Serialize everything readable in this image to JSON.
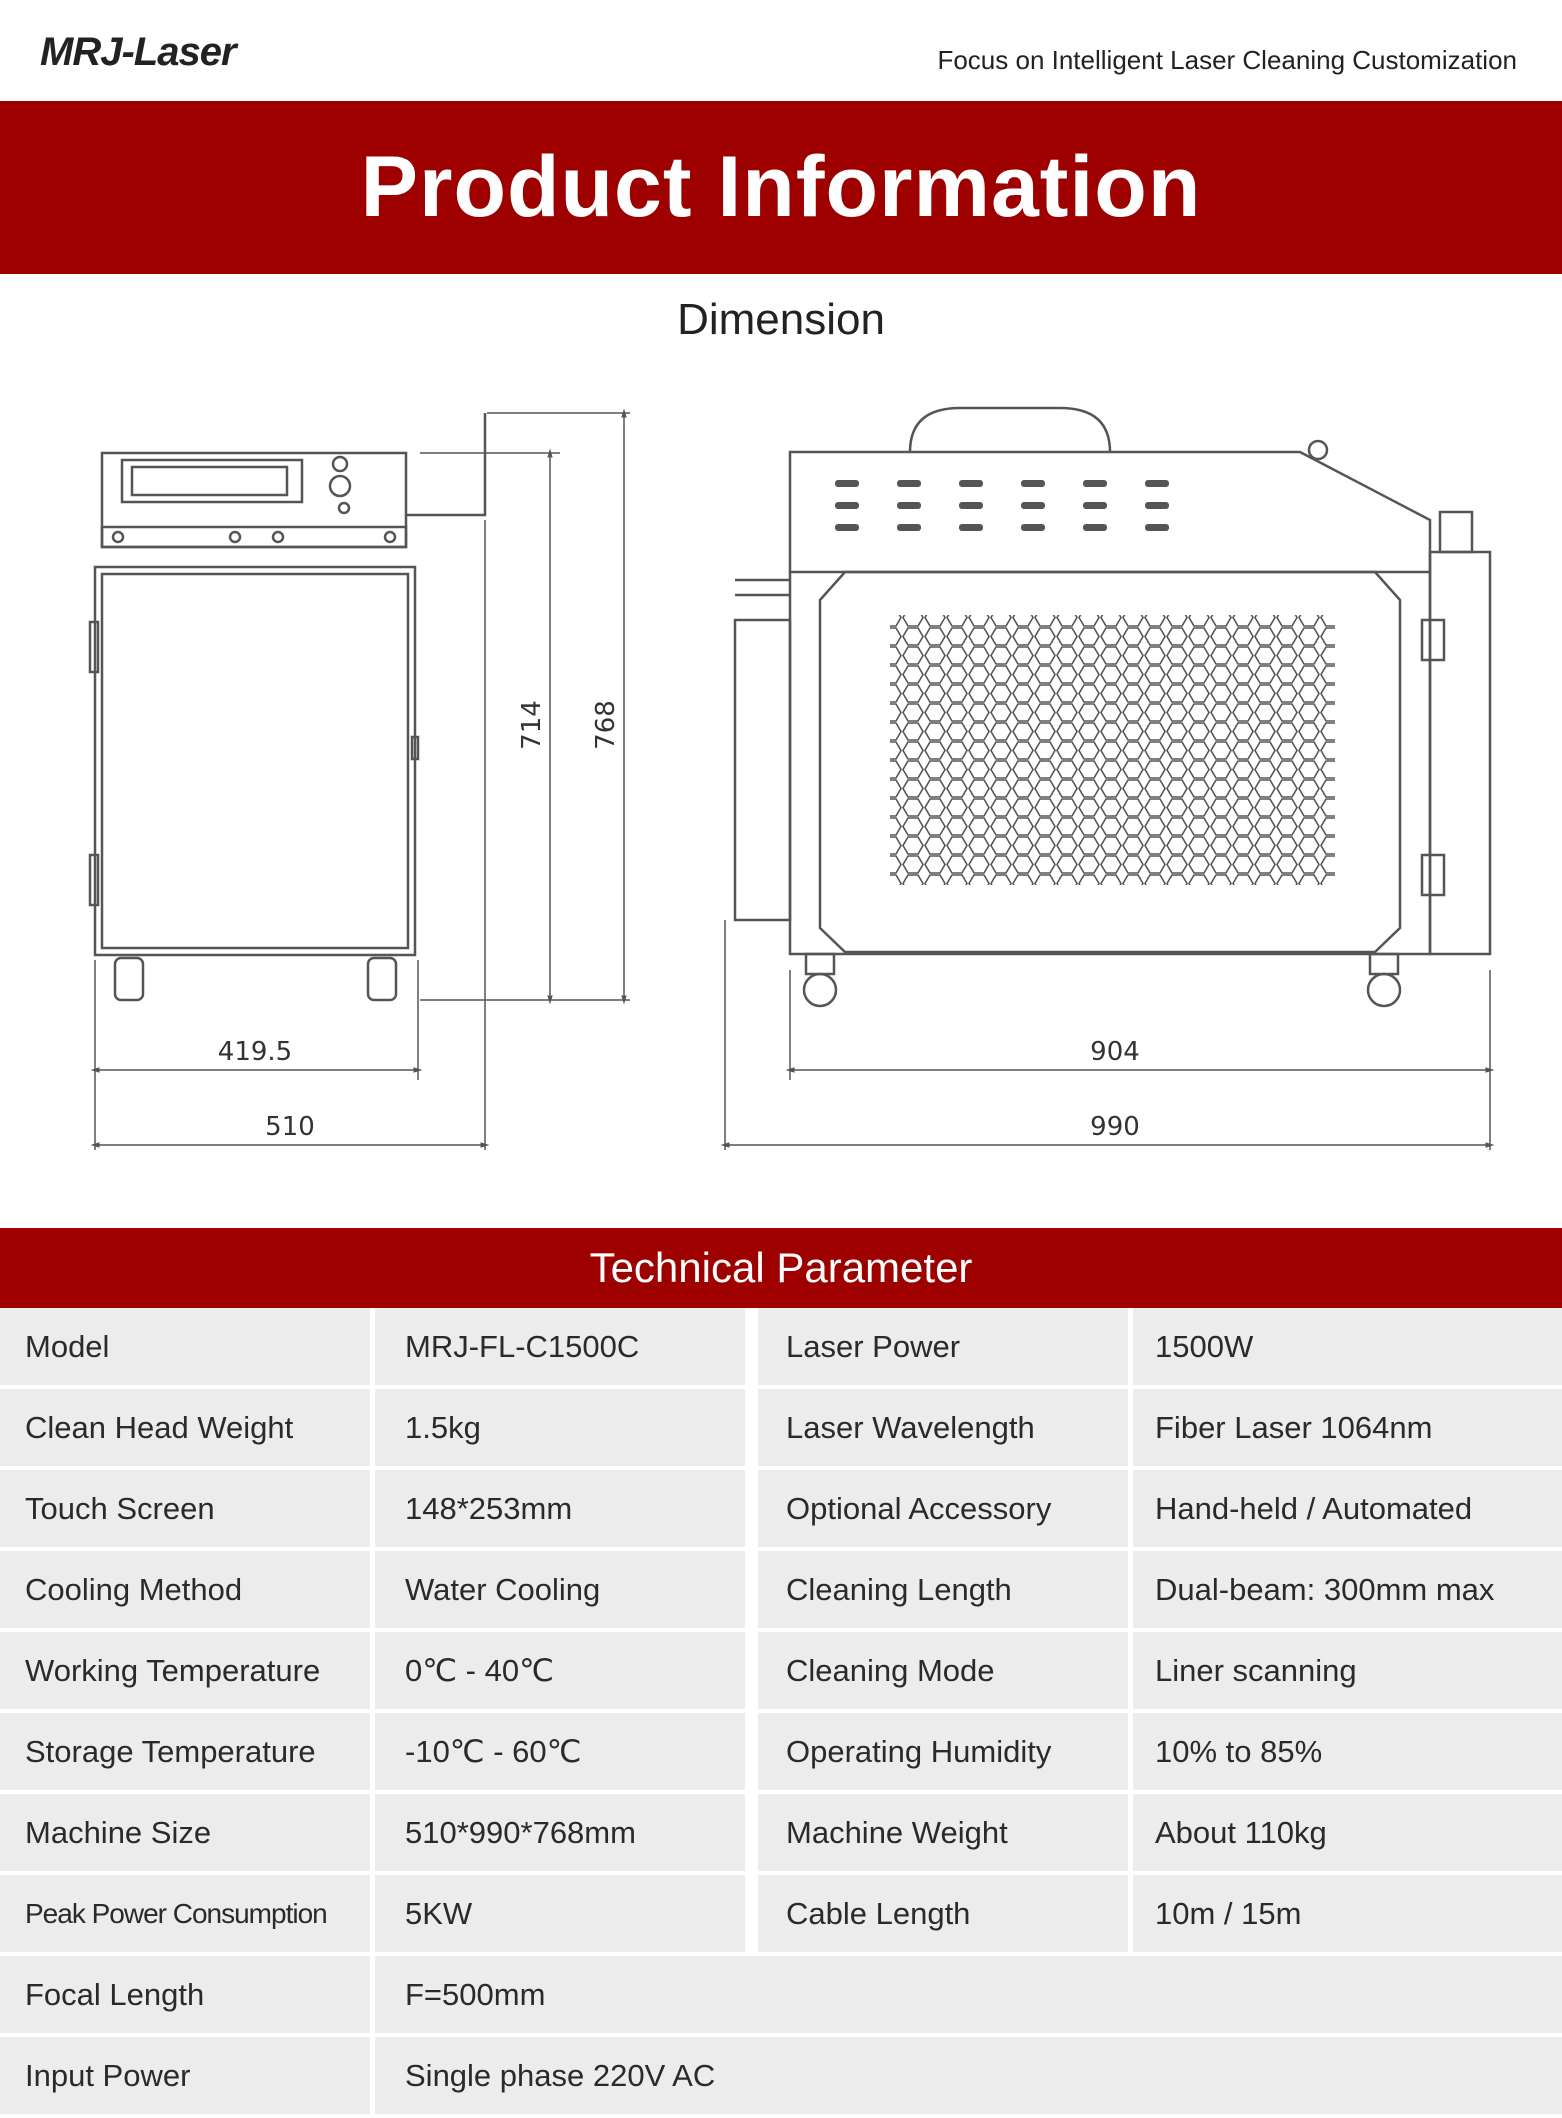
{
  "header": {
    "logo": "MRJ-Laser",
    "tagline": "Focus on Intelligent Laser Cleaning Customization"
  },
  "banner": {
    "title": "Product Information"
  },
  "dimension": {
    "title": "Dimension",
    "labels": {
      "width_inner": "419.5",
      "width_outer": "510",
      "height_inner": "714",
      "height_outer": "768",
      "length_inner": "904",
      "length_outer": "990"
    }
  },
  "parameters": {
    "title": "Technical Parameter",
    "rows": [
      {
        "k1": "Model",
        "v1": "MRJ-FL-C1500C",
        "k2": "Laser Power",
        "v2": "1500W"
      },
      {
        "k1": "Clean Head Weight",
        "v1": "1.5kg",
        "k2": "Laser Wavelength",
        "v2": "Fiber Laser 1064nm"
      },
      {
        "k1": "Touch Screen",
        "v1": "148*253mm",
        "k2": "Optional Accessory",
        "v2": "Hand-held / Automated"
      },
      {
        "k1": "Cooling Method",
        "v1": "Water Cooling",
        "k2": "Cleaning Length",
        "v2": "Dual-beam: 300mm max"
      },
      {
        "k1": "Working Temperature",
        "v1": "0℃ - 40℃",
        "k2": "Cleaning Mode",
        "v2": "Liner scanning"
      },
      {
        "k1": "Storage Temperature",
        "v1": "-10℃ - 60℃",
        "k2": "Operating Humidity",
        "v2": "10% to 85%"
      },
      {
        "k1": "Machine Size",
        "v1": "510*990*768mm",
        "k2": "Machine Weight",
        "v2": "About 110kg"
      },
      {
        "k1": "Peak Power Consumption",
        "v1": "5KW",
        "k2": "Cable Length",
        "v2": "10m / 15m"
      }
    ],
    "wide_rows": [
      {
        "k": "Focal Length",
        "v": "F=500mm"
      },
      {
        "k": "Input Power",
        "v": "Single phase 220V AC"
      }
    ]
  }
}
